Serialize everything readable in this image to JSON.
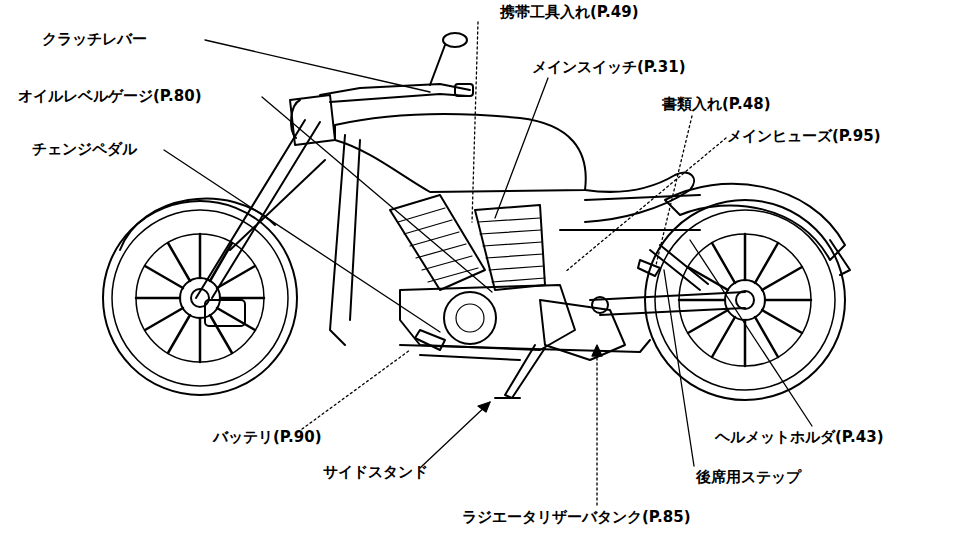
{
  "diagram": {
    "labels": [
      "携帯工具入れ(P.49)",
      "クラッチレバー",
      "メインスイッチ(P.31)",
      "オイルレベルゲージ(P.80)",
      "書類入れ(P.48)",
      "メインヒューズ(P.95)",
      "チェンジペダル",
      "バッテリ(P.90)",
      "ヘルメットホルダ(P.43)",
      "サイドスタンド",
      "後席用ステップ",
      "ラジエータリザーバタンク(P.85)"
    ]
  }
}
